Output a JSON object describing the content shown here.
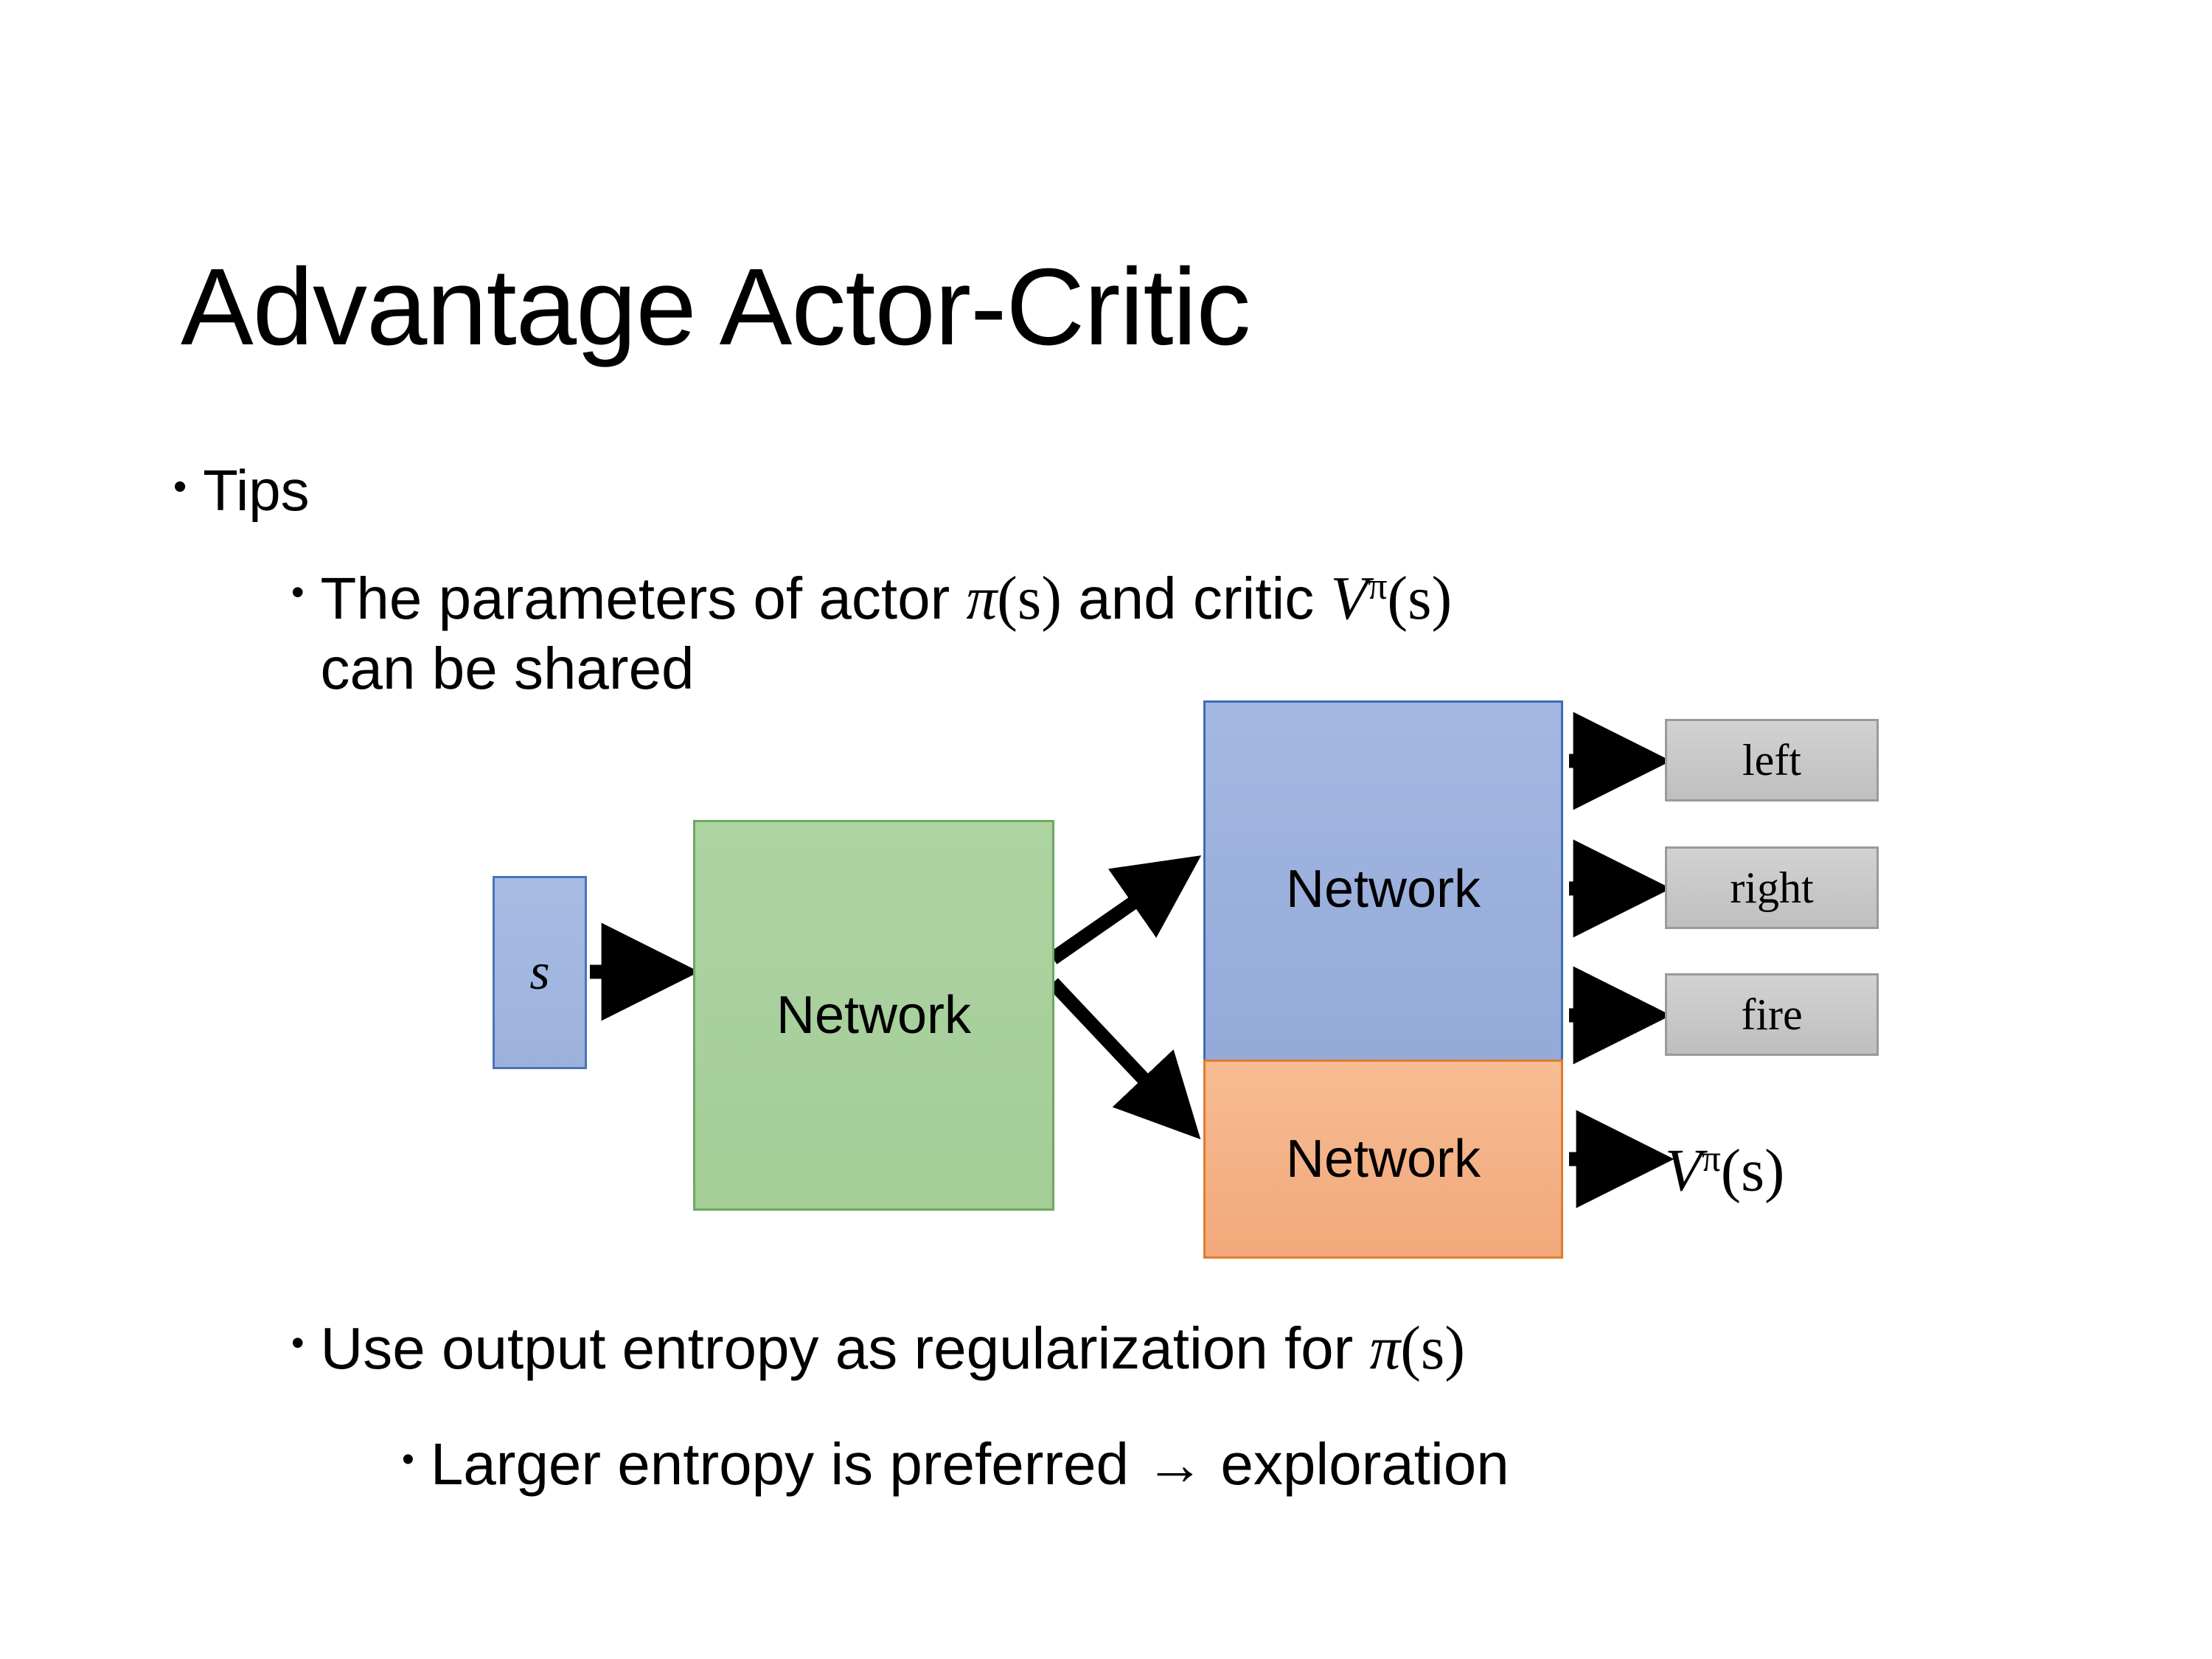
{
  "slide": {
    "title": "Advantage Actor-Critic",
    "background_color": "#FFFFFF"
  },
  "bullets": {
    "tips": {
      "marker": "•",
      "text": "Tips"
    },
    "shared_params": {
      "marker": "•",
      "text_part1": "The parameters of actor ",
      "math1_base": "π",
      "math1_arg": "(s)",
      "text_part2": "  and critic ",
      "math2_base": "V",
      "math2_sup": "π",
      "math2_arg": "(s)",
      "text_part3": "can be shared",
      "full_text": "The parameters of actor π(s)  and critic Vπ(s) can be shared"
    },
    "entropy": {
      "marker": "•",
      "text_part1": "Use output entropy as regularization for ",
      "math_base": "π",
      "math_arg": "(s)",
      "full_text": "Use output entropy as regularization for π(s)"
    },
    "larger_entropy": {
      "marker": "•",
      "text": "Larger entropy is preferred → exploration"
    }
  },
  "diagram": {
    "state_node": {
      "label": "s",
      "fill": "#A0B5DE",
      "stroke": "#4A74B8"
    },
    "shared_network": {
      "label": "Network",
      "fill": "#A9D09E",
      "stroke": "#6FA85F"
    },
    "actor_network": {
      "label": "Network",
      "fill": "#9BB1DB",
      "stroke": "#3D6CB5"
    },
    "critic_network": {
      "label": "Network",
      "fill": "#F4B183",
      "stroke": "#E07B2E"
    },
    "action_outputs": [
      {
        "label": "left",
        "fill": "#C6C6C6",
        "stroke": "#9A9A9A"
      },
      {
        "label": "right",
        "fill": "#C6C6C6",
        "stroke": "#9A9A9A"
      },
      {
        "label": "fire",
        "fill": "#C6C6C6",
        "stroke": "#9A9A9A"
      }
    ],
    "critic_output": {
      "base": "V",
      "sup": "π",
      "arg": "(s)",
      "full_text": "Vπ(s)"
    },
    "arrow_color": "#000000"
  }
}
